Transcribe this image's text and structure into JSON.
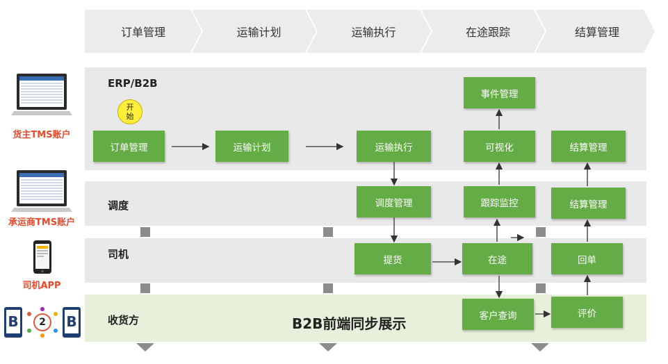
{
  "stages": [
    "订单管理",
    "运输计划",
    "运输执行",
    "在途跟踪",
    "结算管理"
  ],
  "lanes": {
    "erp": "ERP/B2B",
    "dispatch": "调度",
    "driver": "司机",
    "receiver": "收货方"
  },
  "start_label": "开始",
  "side_labels": {
    "shipper": "货主TMS账户",
    "carrier": "承运商TMS账户",
    "driver_app": "司机APP"
  },
  "logo_text": {
    "left": "B",
    "mid": "2",
    "right": "B"
  },
  "big_caption": "B2B前端同步展示",
  "boxes": {
    "order_mgmt": "订单管理",
    "transport_plan": "运输计划",
    "transport_exec": "运输执行",
    "event_mgmt": "事件管理",
    "visualize": "可视化",
    "settle_erp": "结算管理",
    "dispatch_mgmt": "调度管理",
    "track_monitor": "跟踪监控",
    "settle_dispatch": "结算管理",
    "pickup": "提货",
    "in_transit": "在途",
    "receipt": "回单",
    "customer_query": "客户查询",
    "evaluate": "评价"
  },
  "colors": {
    "box_green": "#64ad46",
    "lane_gray": "#e9e9e9",
    "receiver_lane": "#e6f0da",
    "side_label": "#e84a2a",
    "start_circle": "#ffef3a",
    "stage_arrow": "#ececec"
  }
}
